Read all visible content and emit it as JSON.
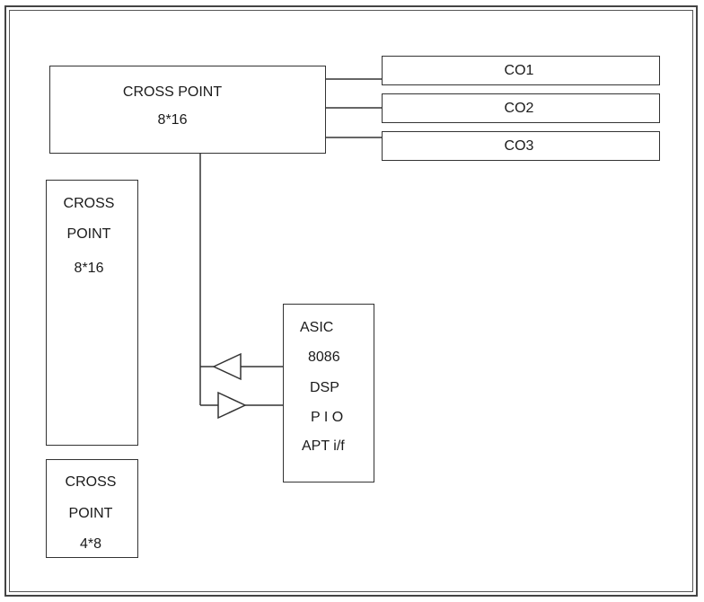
{
  "main_block": {
    "title": "CROSS POINT",
    "size": "8*16"
  },
  "outputs": [
    {
      "label": "CO1"
    },
    {
      "label": "CO2"
    },
    {
      "label": "CO3"
    }
  ],
  "left_block": {
    "line1": "CROSS",
    "line2": "POINT",
    "size": "8*16"
  },
  "small_block": {
    "line1": "CROSS",
    "line2": "POINT",
    "size": "4*8"
  },
  "asic_block": {
    "lines": [
      "ASIC",
      "8086",
      "DSP",
      "P I O",
      "APT i/f"
    ]
  }
}
